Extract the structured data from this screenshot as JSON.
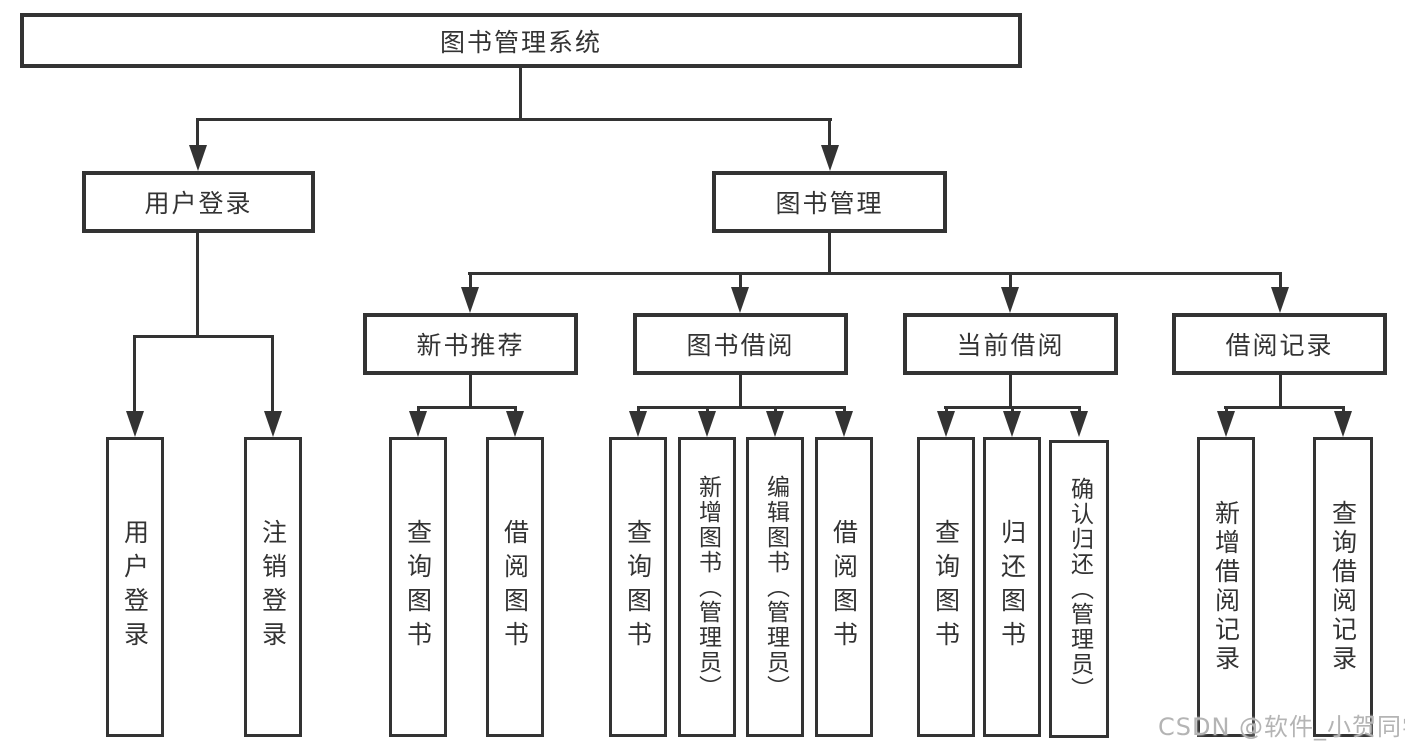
{
  "root": {
    "label": "图书管理系统"
  },
  "level2": {
    "user_login": {
      "label": "用户登录"
    },
    "book_mgmt": {
      "label": "图书管理"
    }
  },
  "level3": {
    "new_books": {
      "label": "新书推荐"
    },
    "borrow": {
      "label": "图书借阅"
    },
    "current": {
      "label": "当前借阅"
    },
    "records": {
      "label": "借阅记录"
    }
  },
  "leaves": {
    "user_login": [
      "用户登录",
      "注销登录"
    ],
    "new_books": [
      "查询图书",
      "借阅图书"
    ],
    "borrow": [
      "查询图书",
      "新增图书（管理员）",
      "编辑图书（管理员）",
      "借阅图书"
    ],
    "current": [
      "查询图书",
      "归还图书",
      "确认归还（管理员）"
    ],
    "records": [
      "新增借阅记录",
      "查询借阅记录"
    ]
  },
  "watermark": "CSDN @软件_小贺同学",
  "colors": {
    "line": "#333333",
    "text": "#333333",
    "watermark": "#b4b4b4",
    "background": "#ffffff"
  }
}
